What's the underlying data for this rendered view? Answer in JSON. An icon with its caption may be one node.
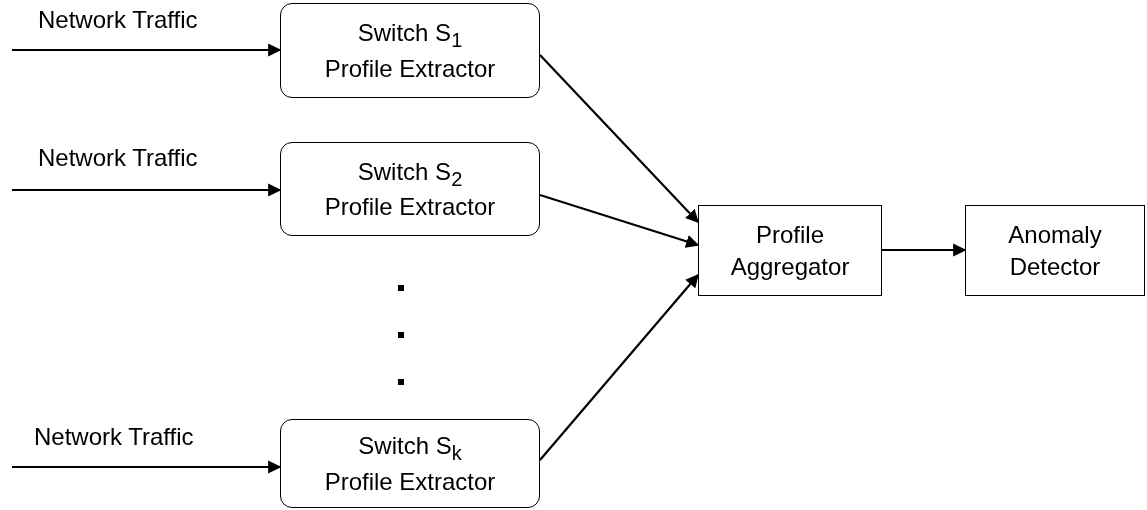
{
  "diagram": {
    "nodes": [
      {
        "text": [
          "Switch S$_{1}$",
          "Profile Extractor"
        ]
      },
      {
        "text": [
          "Switch S$_{2}$",
          "Profile Extractor"
        ]
      },
      {
        "text": [
          "Switch S$_{k}$",
          "Profile Extractor"
        ]
      },
      {
        "text": [
          "Profile Aggregator"
        ]
      },
      {
        "text": [
          "Anomaly Detector"
        ]
      }
    ],
    "edges": [
      {
        "from": null,
        "to": 0,
        "arrow": "to",
        "label": "Network Traffic"
      },
      {
        "from": null,
        "to": 1,
        "arrow": "to",
        "label": "Network Traffic"
      },
      {
        "from": null,
        "to": 2,
        "arrow": "to",
        "label": "Network Traffic"
      },
      {
        "from": 0,
        "to": 3,
        "arrow": "to"
      },
      {
        "from": 1,
        "to": 3,
        "arrow": "to"
      },
      {
        "from": 2,
        "to": 3,
        "arrow": "to"
      },
      {
        "from": 3,
        "to": 4,
        "arrow": "to"
      }
    ]
  }
}
